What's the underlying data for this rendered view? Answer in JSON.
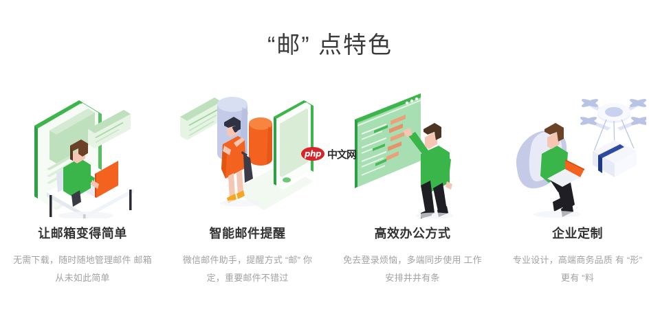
{
  "section": {
    "title": "“邮” 点特色"
  },
  "features": [
    {
      "title": "让邮箱变得简单",
      "desc": "无需下载，随时随地管理邮件 邮箱从未如此简单",
      "illustration": "person-at-desk-with-laptop-and-phone-screen"
    },
    {
      "title": "智能邮件提醒",
      "desc": "微信邮件助手，提醒方式 “邮” 你定，重要邮件不错过",
      "illustration": "woman-with-smartphone-and-large-phone"
    },
    {
      "title": "高效办公方式",
      "desc": "免去登录烦恼，多端同步使用 工作安排井井有条",
      "illustration": "man-touching-email-panel"
    },
    {
      "title": "企业定制",
      "desc": "专业设计，高端商务品质 有 “形” 更有 “料",
      "illustration": "man-on-beanbag-with-laptop-and-drone"
    }
  ],
  "watermark": {
    "badge_text": "php",
    "site_text": "中文网"
  },
  "colors": {
    "brand_green": "#3cb54a",
    "green_light": "#c9e7c9",
    "green_pale": "#e3f2e0",
    "orange": "#f4621f",
    "orange_light": "#f5843a",
    "lavender": "#c3cbe8",
    "blue_dark": "#2b4aa0",
    "skin": "#f6c6b4",
    "hair_brown": "#6b4226",
    "hair_dark": "#3a3a4a",
    "title_text": "#3a3a3a",
    "heading_text": "#333333",
    "body_text": "#a2a2a2",
    "watermark_red": "#d8232a",
    "background": "#ffffff"
  }
}
